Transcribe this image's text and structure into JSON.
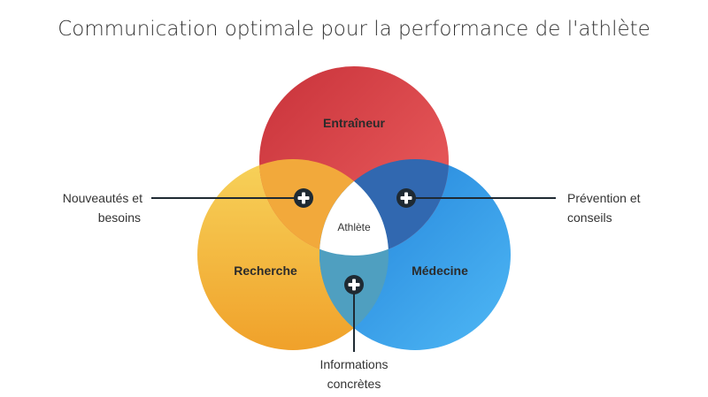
{
  "title": "Communication optimale pour la performance de l'athlète",
  "center_label": "Athlète",
  "circles": {
    "top": {
      "label": "Entraîneur",
      "color_light": "#ee6161",
      "color_dark": "#c8323a"
    },
    "left": {
      "label": "Recherche",
      "color_light": "#f7d25a",
      "color_dark": "#f0a12a"
    },
    "right": {
      "label": "Médecine",
      "color_light": "#4fb8f5",
      "color_dark": "#1f7fd8"
    }
  },
  "callouts": {
    "left": {
      "line1": "Nouveautés et",
      "line2": "besoins"
    },
    "right": {
      "line1": "Prévention et",
      "line2": "conseils"
    },
    "bottom": {
      "line1": "Informations",
      "line2": "concrètes"
    }
  },
  "colors": {
    "intersection_top_left": "#f2a93b",
    "intersection_top_right": "#3168b0",
    "intersection_left_right": "#4f9fc0",
    "plus_icon": "#1f2a33",
    "connector_line": "#1f2a33"
  }
}
